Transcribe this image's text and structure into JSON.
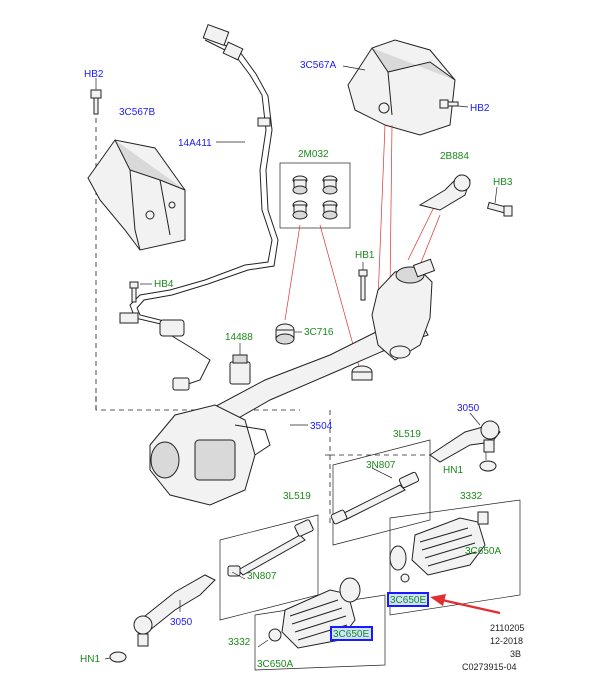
{
  "labels": {
    "hb2_left": "HB2",
    "c567b": "3C567B",
    "c567a": "3C567A",
    "hb2_right": "HB2",
    "a411": "14A411",
    "m032": "2M032",
    "b884": "2B884",
    "hb3": "HB3",
    "hb1_top": "HB1",
    "hb4": "HB4",
    "c716": "3C716",
    "p14488": "14488",
    "p3504": "3504",
    "p3050_right": "3050",
    "l519_right": "3L519",
    "n807_right": "3N807",
    "hn1_right": "HN1",
    "l519_left": "3L519",
    "p3332_right": "3332",
    "c650a_right": "3C650A",
    "n807_left": "3N807",
    "c650e_right": "3C650E",
    "p3050_left": "3050",
    "p3332_left": "3332",
    "c650e_left": "3C650E",
    "hn1_left": "HN1",
    "c650a_left": "3C650A"
  },
  "footer": {
    "line1": "2110205",
    "line2": "12-2018",
    "line3": "3B",
    "line4": "C0273915-04"
  },
  "colors": {
    "blue_label": "#1a1aff",
    "green_label": "#1a8a1a",
    "highlight_box": "#1a1aff",
    "highlight_fill": "#cfe3ff",
    "arrow": "#e03030"
  }
}
